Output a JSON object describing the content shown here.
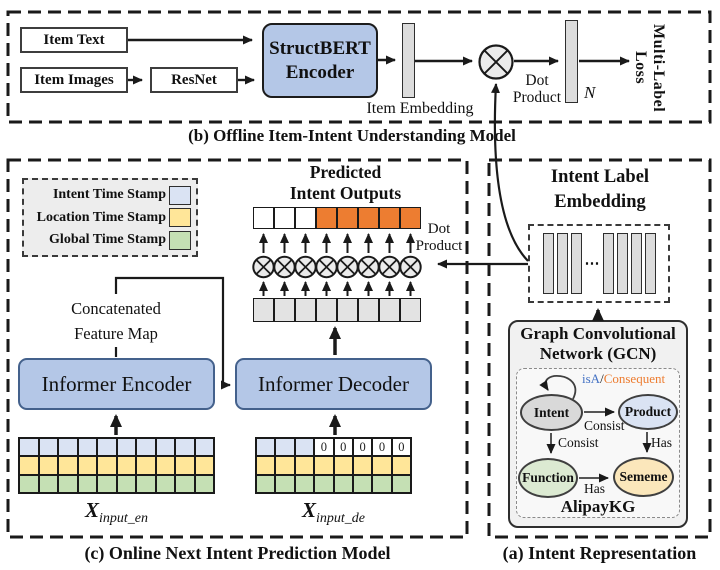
{
  "colors": {
    "panelBlue": "#b4c7e7",
    "orange": "#ed7d31",
    "intent": "#dae3f3",
    "location": "#ffe699",
    "global": "#c5e0b4",
    "cellgray": "#e3e3e3",
    "bargray": "#dcdcdc",
    "white": "#ffffff",
    "nodeGray": "#d9d9d9",
    "nodeBlue": "#dae3f3",
    "nodeGreen": "#dcead2",
    "nodeYellow": "#fbe7bb",
    "isaBlue": "#4472c4"
  },
  "panel_b": {
    "caption": "(b) Offline Item-Intent Understanding Model",
    "item_text_label": "Item Text",
    "item_images_label": "Item Images",
    "resnet_label": "ResNet",
    "structbert_line1": "StructBERT",
    "structbert_line2": "Encoder",
    "item_embedding_label": "Item Embedding",
    "dot_label": "Dot",
    "product_label": "Product",
    "n_label": "N",
    "loss_line1": "Multi-Label",
    "loss_line2": "Loss"
  },
  "panel_c": {
    "caption": "(c) Online Next Intent Prediction Model",
    "legend": {
      "items": [
        {
          "label": "Intent Time Stamp",
          "bg": "intent"
        },
        {
          "label": "Location Time Stamp",
          "bg": "location"
        },
        {
          "label": "Global Time Stamp",
          "bg": "global"
        }
      ]
    },
    "predicted_line1": "Predicted",
    "predicted_line2": "Intent Outputs",
    "dot_label": "Dot",
    "product_label": "Product",
    "output_cells": [
      {
        "bg": "white"
      },
      {
        "bg": "white"
      },
      {
        "bg": "white"
      },
      {
        "bg": "orange"
      },
      {
        "bg": "orange"
      },
      {
        "bg": "orange"
      },
      {
        "bg": "orange"
      },
      {
        "bg": "orange"
      }
    ],
    "hidden_cells": [
      {
        "bg": "cellgray"
      },
      {
        "bg": "cellgray"
      },
      {
        "bg": "cellgray"
      },
      {
        "bg": "cellgray"
      },
      {
        "bg": "cellgray"
      },
      {
        "bg": "cellgray"
      },
      {
        "bg": "cellgray"
      },
      {
        "bg": "cellgray"
      }
    ],
    "concat_line1": "Concatenated",
    "concat_line2": "Feature Map",
    "encoder_label": "Informer Encoder",
    "decoder_label": "Informer Decoder",
    "encoder_grid_rows": [
      [
        {
          "bg": "intent"
        },
        {
          "bg": "intent"
        },
        {
          "bg": "intent"
        },
        {
          "bg": "intent"
        },
        {
          "bg": "intent"
        },
        {
          "bg": "intent"
        },
        {
          "bg": "intent"
        },
        {
          "bg": "intent"
        },
        {
          "bg": "intent"
        },
        {
          "bg": "intent"
        }
      ],
      [
        {
          "bg": "location"
        },
        {
          "bg": "location"
        },
        {
          "bg": "location"
        },
        {
          "bg": "location"
        },
        {
          "bg": "location"
        },
        {
          "bg": "location"
        },
        {
          "bg": "location"
        },
        {
          "bg": "location"
        },
        {
          "bg": "location"
        },
        {
          "bg": "location"
        }
      ],
      [
        {
          "bg": "global"
        },
        {
          "bg": "global"
        },
        {
          "bg": "global"
        },
        {
          "bg": "global"
        },
        {
          "bg": "global"
        },
        {
          "bg": "global"
        },
        {
          "bg": "global"
        },
        {
          "bg": "global"
        },
        {
          "bg": "global"
        },
        {
          "bg": "global"
        }
      ]
    ],
    "decoder_grid_rows": [
      [
        {
          "bg": "intent"
        },
        {
          "bg": "intent"
        },
        {
          "bg": "intent"
        },
        {
          "bg": "white",
          "text": "0"
        },
        {
          "bg": "white",
          "text": "0"
        },
        {
          "bg": "white",
          "text": "0"
        },
        {
          "bg": "white",
          "text": "0"
        },
        {
          "bg": "white",
          "text": "0"
        }
      ],
      [
        {
          "bg": "location"
        },
        {
          "bg": "location"
        },
        {
          "bg": "location"
        },
        {
          "bg": "location"
        },
        {
          "bg": "location"
        },
        {
          "bg": "location"
        },
        {
          "bg": "location"
        },
        {
          "bg": "location"
        }
      ],
      [
        {
          "bg": "global"
        },
        {
          "bg": "global"
        },
        {
          "bg": "global"
        },
        {
          "bg": "global"
        },
        {
          "bg": "global"
        },
        {
          "bg": "global"
        },
        {
          "bg": "global"
        },
        {
          "bg": "global"
        }
      ]
    ],
    "x_en_base": "X",
    "x_en_sub": "input_en",
    "x_de_base": "X",
    "x_de_sub": "input_de"
  },
  "panel_a": {
    "caption": "(a) Intent Representation",
    "title_line1": "Intent Label",
    "title_line2": "Embedding",
    "embedding_bars_left": [
      {
        "bg": "bargray"
      },
      {
        "bg": "bargray"
      },
      {
        "bg": "bargray"
      }
    ],
    "embedding_dots": "⋯",
    "embedding_bars_right": [
      {
        "bg": "bargray"
      },
      {
        "bg": "bargray"
      },
      {
        "bg": "bargray"
      },
      {
        "bg": "bargray"
      }
    ],
    "gcn_title_line1": "Graph Convolutional",
    "gcn_title_line2": "Network (GCN)",
    "edge_isa": "isA",
    "edge_slash": "/",
    "edge_consequent": "Consequent",
    "node_intent": "Intent",
    "node_product": "Product",
    "node_function": "Function",
    "node_sememe": "Sememe",
    "edge_consist_right": "Consist",
    "edge_consist_down": "Consist",
    "edge_has_down": "Has",
    "edge_has_right": "Has",
    "kg_name": "AlipayKG"
  }
}
